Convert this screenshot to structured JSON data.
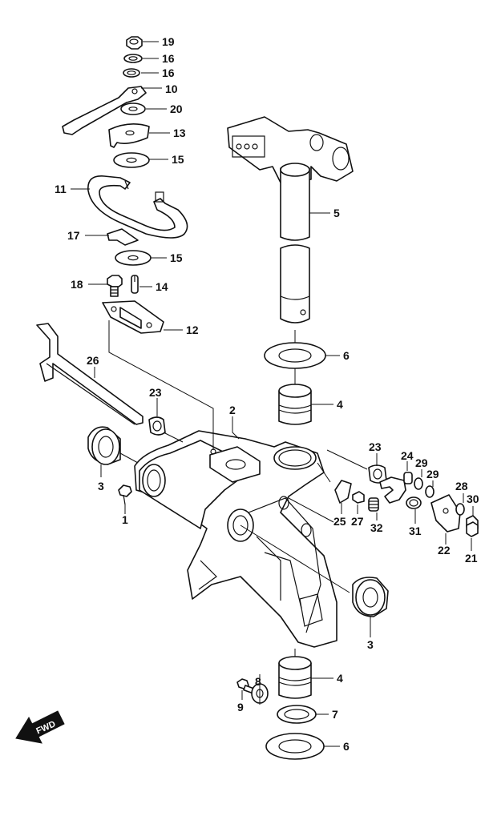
{
  "diagram": {
    "fwd_label": "FWD",
    "callouts": [
      {
        "id": "c19",
        "text": "19"
      },
      {
        "id": "c16a",
        "text": "16"
      },
      {
        "id": "c16b",
        "text": "16"
      },
      {
        "id": "c10",
        "text": "10"
      },
      {
        "id": "c20",
        "text": "20"
      },
      {
        "id": "c13",
        "text": "13"
      },
      {
        "id": "c15a",
        "text": "15"
      },
      {
        "id": "c11",
        "text": "11"
      },
      {
        "id": "c17",
        "text": "17"
      },
      {
        "id": "c15b",
        "text": "15"
      },
      {
        "id": "c18",
        "text": "18"
      },
      {
        "id": "c14",
        "text": "14"
      },
      {
        "id": "c12",
        "text": "12"
      },
      {
        "id": "c5",
        "text": "5"
      },
      {
        "id": "c6a",
        "text": "6"
      },
      {
        "id": "c4a",
        "text": "4"
      },
      {
        "id": "c26",
        "text": "26"
      },
      {
        "id": "c23a",
        "text": "23"
      },
      {
        "id": "c2",
        "text": "2"
      },
      {
        "id": "c3a",
        "text": "3"
      },
      {
        "id": "c1",
        "text": "1"
      },
      {
        "id": "c23b",
        "text": "23"
      },
      {
        "id": "c24",
        "text": "24"
      },
      {
        "id": "c29a",
        "text": "29"
      },
      {
        "id": "c29b",
        "text": "29"
      },
      {
        "id": "c28",
        "text": "28"
      },
      {
        "id": "c30",
        "text": "30"
      },
      {
        "id": "c25",
        "text": "25"
      },
      {
        "id": "c27",
        "text": "27"
      },
      {
        "id": "c32",
        "text": "32"
      },
      {
        "id": "c31",
        "text": "31"
      },
      {
        "id": "c22",
        "text": "22"
      },
      {
        "id": "c21",
        "text": "21"
      },
      {
        "id": "c3b",
        "text": "3"
      },
      {
        "id": "c9",
        "text": "9"
      },
      {
        "id": "c8",
        "text": "8"
      },
      {
        "id": "c4b",
        "text": "4"
      },
      {
        "id": "c7",
        "text": "7"
      },
      {
        "id": "c6b",
        "text": "6"
      }
    ]
  }
}
